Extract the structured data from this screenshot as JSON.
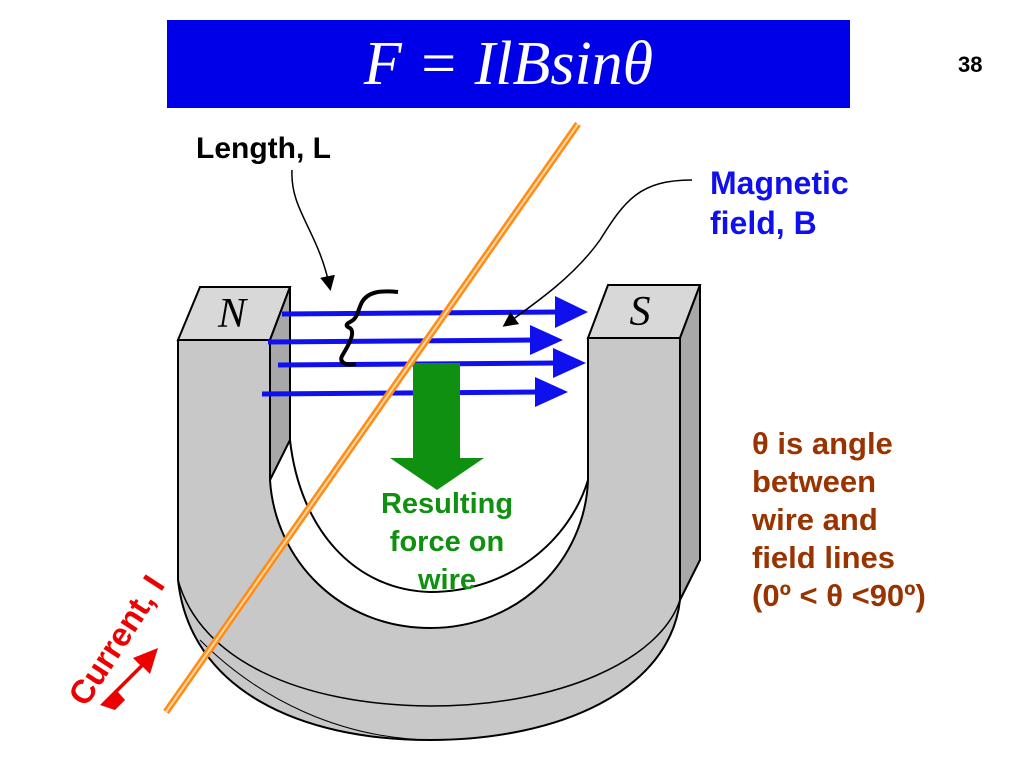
{
  "title": {
    "formula": "F = IlBsinθ"
  },
  "page_number": "38",
  "magnet": {
    "north_pole": "N",
    "south_pole": "S"
  },
  "labels": {
    "length": "Length, L",
    "magnetic_field": [
      "Magnetic",
      "field, B"
    ],
    "current": "Current, I",
    "force": [
      "Resulting",
      "force on",
      "wire"
    ],
    "theta_note": [
      "θ is angle",
      "between",
      "wire and",
      "field lines",
      "(0º < θ <90º)"
    ]
  },
  "colors": {
    "title_bg": "#0000e8",
    "field_arrows": "#1010ee",
    "force_arrow": "#109010",
    "current": "#ee0000",
    "wire": "#ff8c1a",
    "theta_text": "#993300",
    "magnet": "#c8c8c8"
  }
}
